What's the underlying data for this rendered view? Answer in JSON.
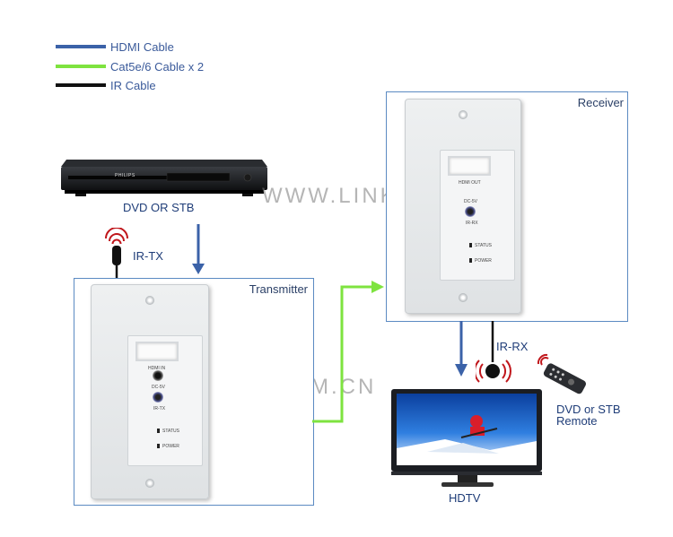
{
  "legend": [
    {
      "label": "HDMI Cable",
      "color": "#3b62a8"
    },
    {
      "label": "Cat5e/6 Cable x 2",
      "color": "#7ee33f"
    },
    {
      "label": "IR Cable",
      "color": "#111111"
    }
  ],
  "dvd": {
    "label": "DVD OR STB",
    "brand": "PHILIPS"
  },
  "ir_tx": {
    "label": "IR-TX"
  },
  "ir_rx": {
    "label": "IR-RX"
  },
  "transmitter": {
    "title": "Transmitter",
    "port_labels": {
      "hdmi": "HDMI IN",
      "dc": "DC-5V",
      "ir": "IR-TX",
      "status": "STATUS",
      "power": "POWER"
    }
  },
  "receiver": {
    "title": "Receiver",
    "port_labels": {
      "hdmi": "HDMI OUT",
      "dc": "DC-5V",
      "ir": "IR-RX",
      "status": "STATUS",
      "power": "POWER"
    }
  },
  "hdtv": {
    "label": "HDTV"
  },
  "remote": {
    "label_line1": "DVD or STB",
    "label_line2": "Remote"
  },
  "watermark": "WWW.LINK-MI.COM.CN",
  "colors": {
    "hdmi": "#3b62a8",
    "cat": "#7ee33f",
    "ir": "#111111",
    "box_border": "#5b8ac2"
  }
}
